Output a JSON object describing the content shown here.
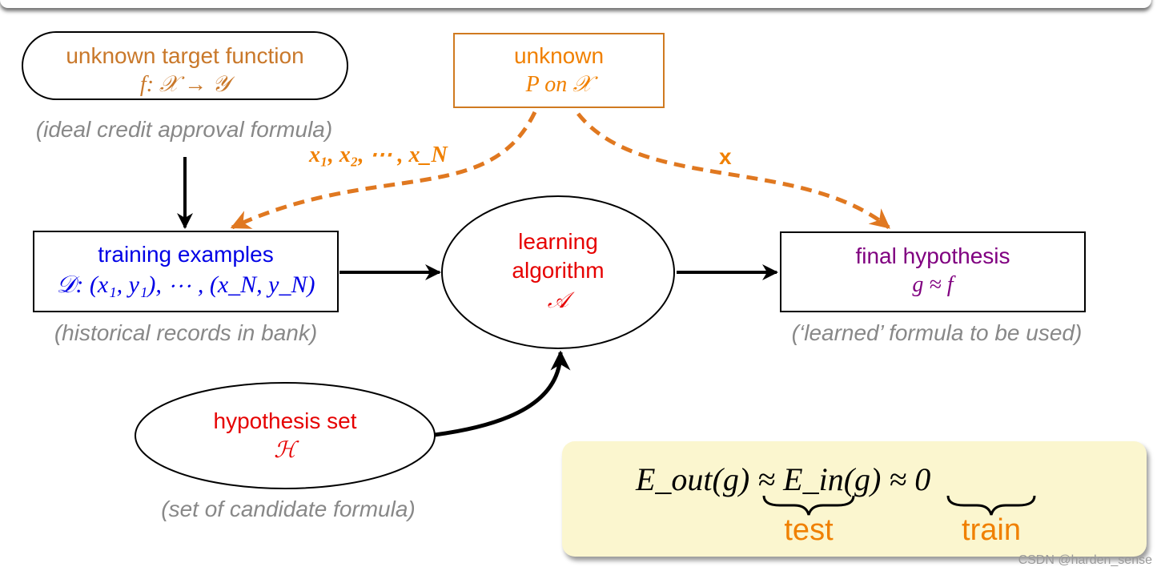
{
  "target": {
    "title": "unknown target function",
    "formula": "f: 𝒳 → 𝒴",
    "caption": "(ideal credit approval formula)"
  },
  "distribution": {
    "line1": "unknown",
    "line2": "P on 𝒳"
  },
  "samples_label": "x₁, x₂, ⋯ , x_N",
  "x_label": "x",
  "training": {
    "title": "training examples",
    "formula": "𝒟: (x₁, y₁), ⋯ , (x_N, y_N)",
    "caption": "(historical records in bank)"
  },
  "algorithm": {
    "line1": "learning",
    "line2": "algorithm",
    "symbol": "𝒜"
  },
  "hypothesis": {
    "title": "final hypothesis",
    "formula": "g ≈ f",
    "caption": "(‘learned’ formula to be used)"
  },
  "hypothesis_set": {
    "title": "hypothesis set",
    "symbol": "ℋ",
    "caption": "(set of candidate formula)"
  },
  "callout": {
    "equation": "E_out(g) ≈ E_in(g) ≈ 0",
    "test_label": "test",
    "train_label": "train"
  },
  "watermark": "CSDN @harden_sense",
  "colors": {
    "orange": "#c9782a",
    "bright_orange": "#f08000",
    "blue": "#0000e6",
    "red": "#e60000",
    "purple": "#800080",
    "callout_bg": "#fbf6cf"
  }
}
